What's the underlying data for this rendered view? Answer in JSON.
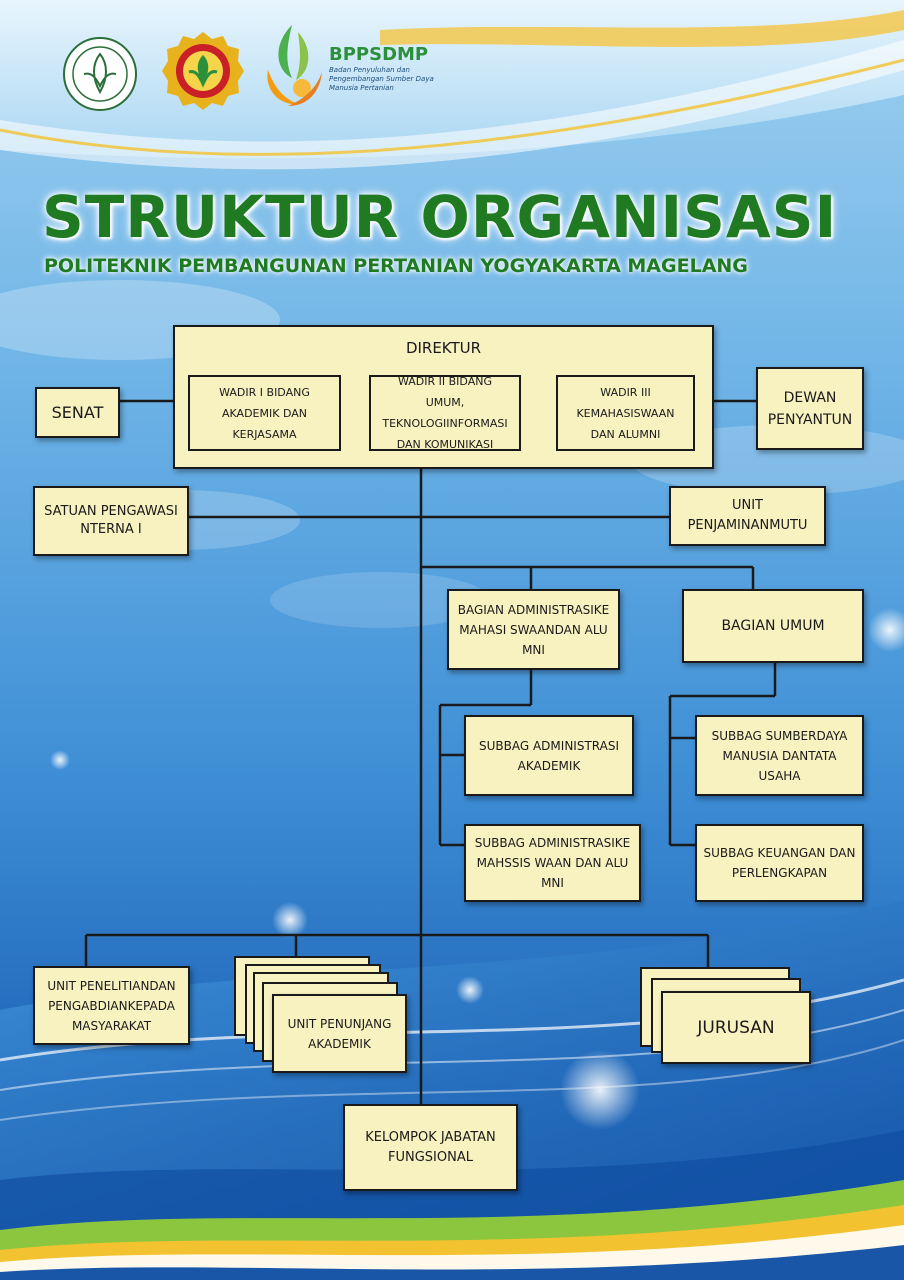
{
  "header": {
    "title": "STRUKTUR ORGANISASI",
    "subtitle": "POLITEKNIK PEMBANGUNAN PERTANIAN YOGYAKARTA MAGELANG",
    "brand_name": "BPPSDMP",
    "brand_tagline": "Badan Penyuluhan dan Pengembangan Sumber Daya Manusia Pertanian"
  },
  "org": {
    "direktur": "DIREKTUR",
    "wadir1": "WADIR I BIDANG AKADEMIK DAN KERJASAMA",
    "wadir2": "WADIR II BIDANG UMUM, TEKNOLOGIINFORMASI DAN KOMUNIKASI",
    "wadir3": "WADIR III KEMAHASISWAAN DAN ALUMNI",
    "senat": "SENAT",
    "dewan": "DEWAN PENYANTUN",
    "spi": "SATUAN PENGAWASINTERNA I",
    "upm": "UNIT PENJAMINANMUTU",
    "bagian_akademik": "BAGIAN ADMINISTRASIKEMAHASI SWAANDAN ALUMNI",
    "bagian_umum": "BAGIAN UMUM",
    "subbag_akademik": "SUBBAG ADMINISTRASI AKADEMIK",
    "subbag_kemahasiswaan": "SUBBAG ADMINISTRASIKEMAHSSIS WAAN DAN ALUMNI",
    "subbag_sdm": "SUBBAG SUMBERDAYA MANUSIA DANTATA USAHA",
    "subbag_keuangan": "SUBBAG KEUANGAN DAN PERLENGKAPAN",
    "unit_penelitian": "UNIT PENELITIANDAN PENGABDIANKEPADA MASYARAKAT",
    "unit_penunjang": "UNIT PENUNJANG AKADEMIK",
    "jurusan": "JURUSAN",
    "kelompok": "KELOMPOK JABATAN FUNGSIONAL"
  },
  "colors": {
    "box_fill": "#f8f1c0",
    "title_green": "#1f7a22",
    "sky_blue": "#3f8fd6"
  },
  "icons": [
    "university-seal-icon",
    "ministry-emblem-icon",
    "bppsdmp-logo-icon"
  ]
}
